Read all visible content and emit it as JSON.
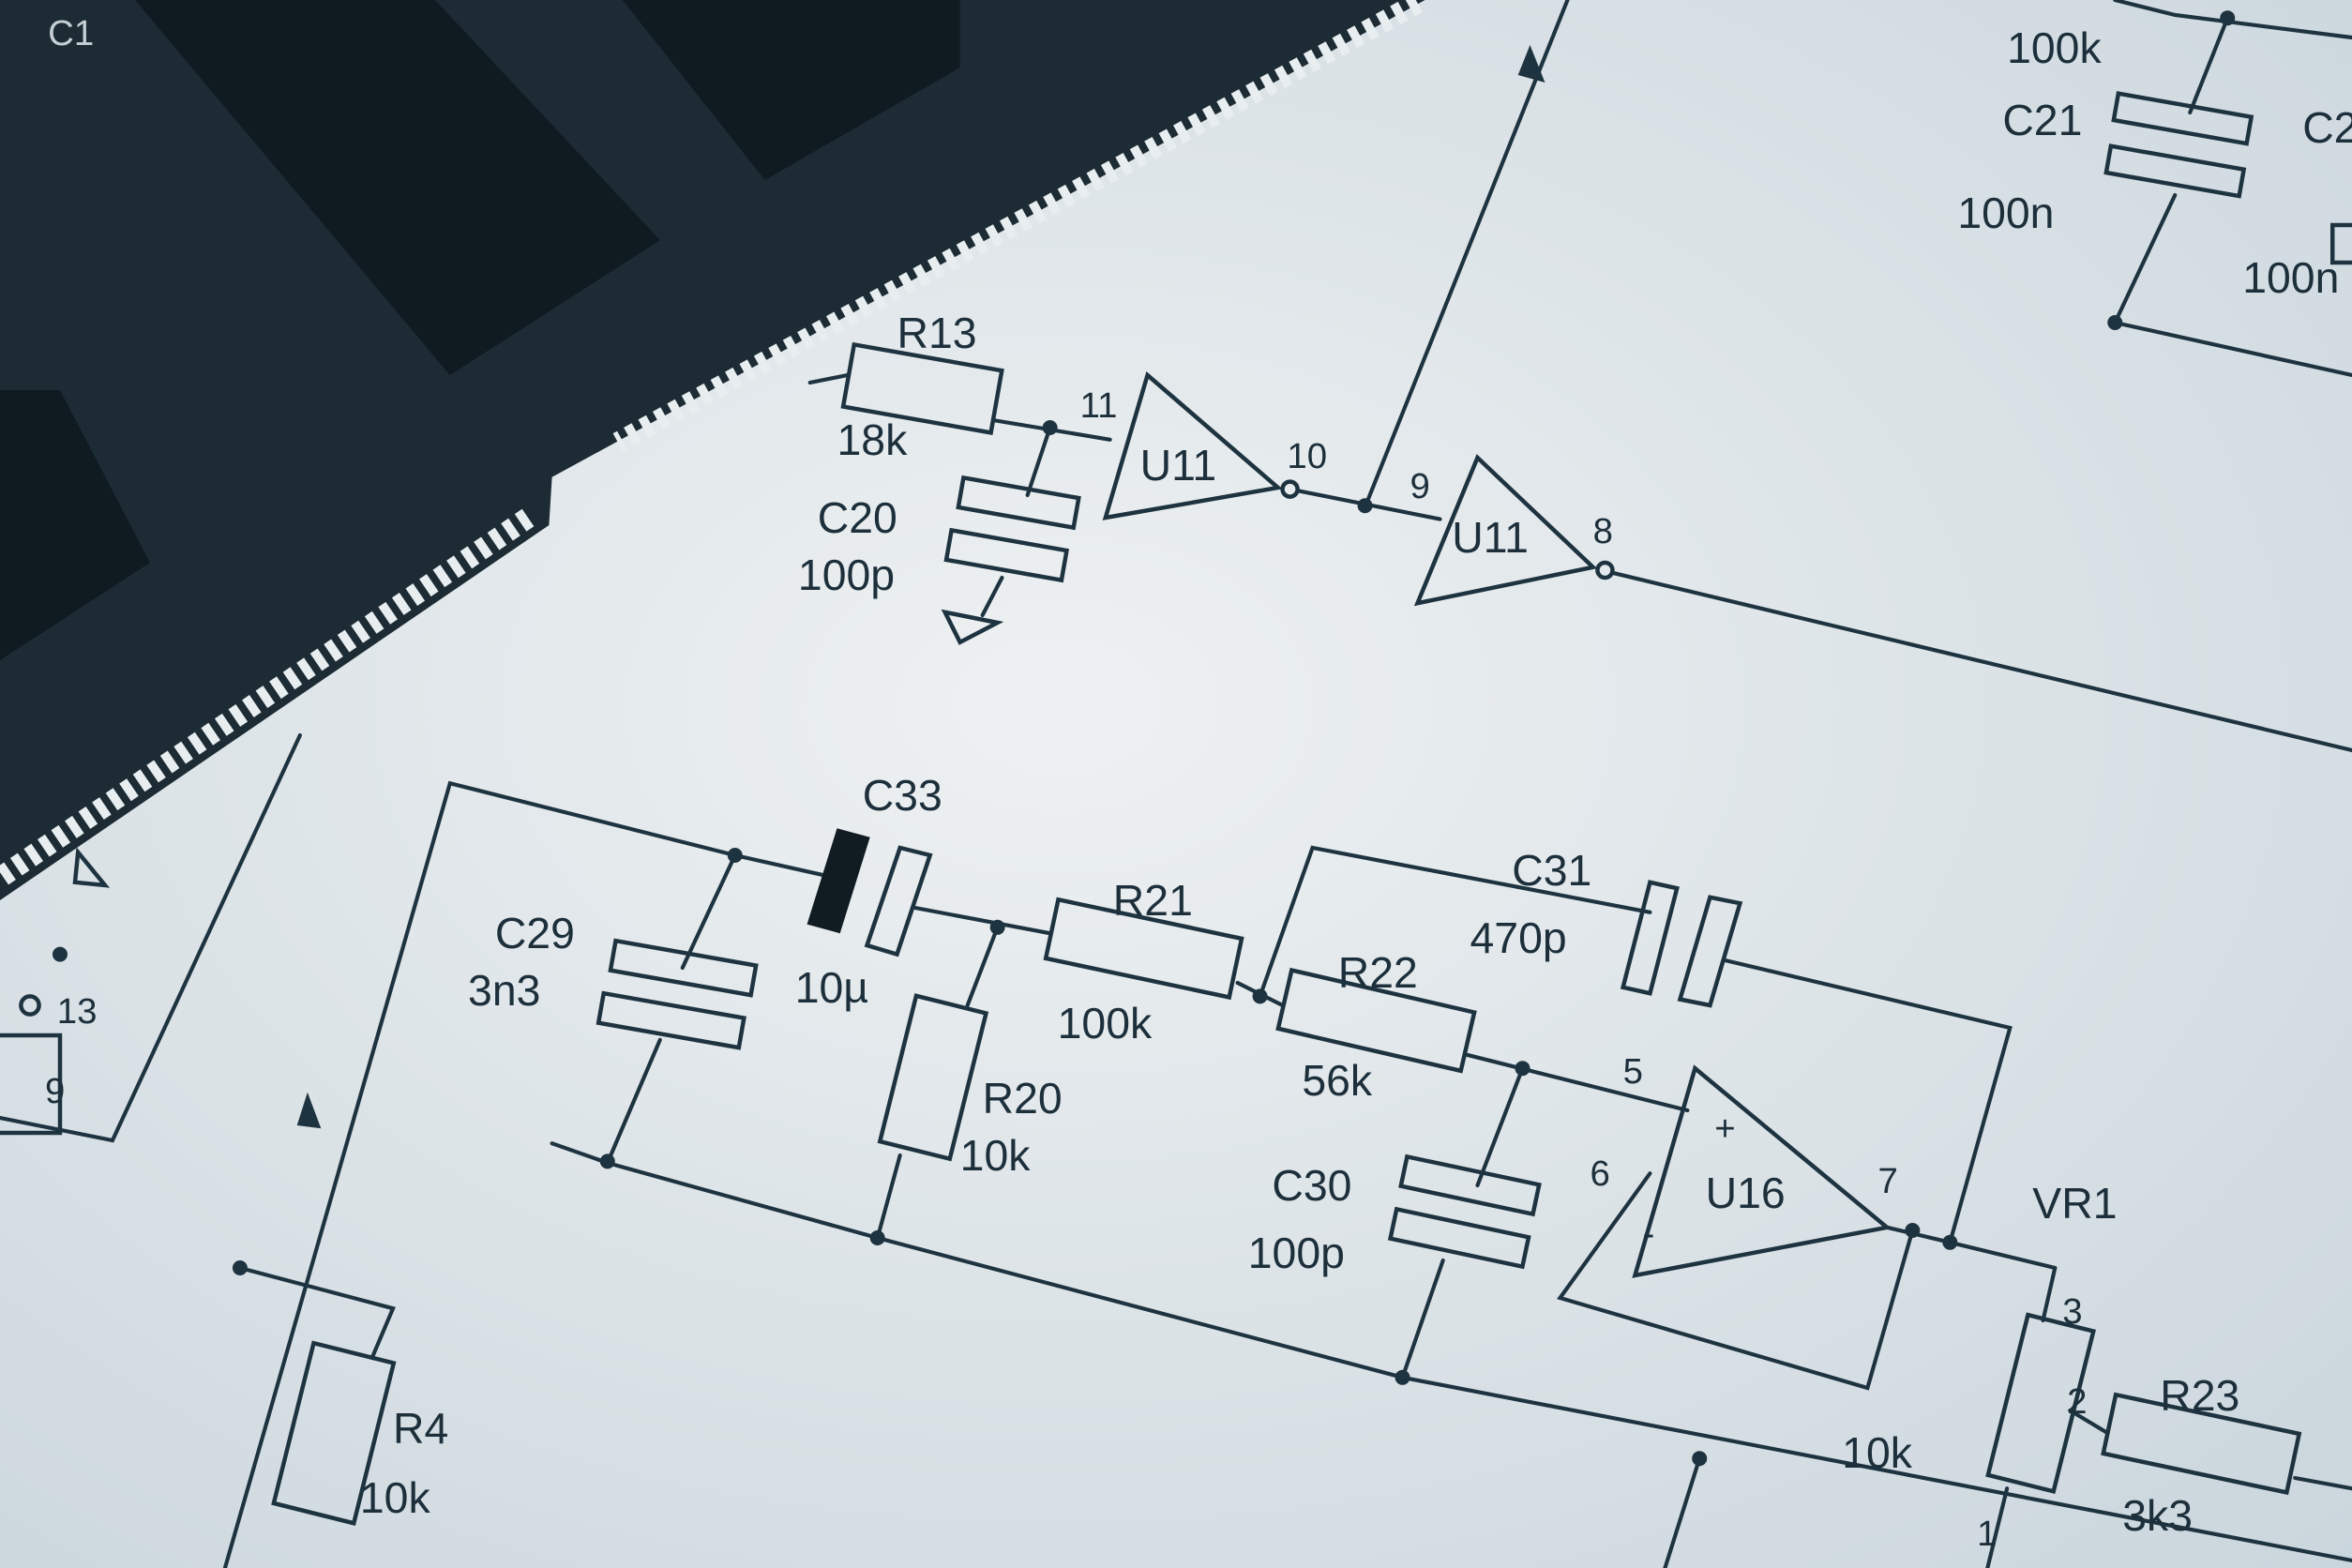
{
  "colors": {
    "paper": "#dfe6ea",
    "ink": "#1e3340",
    "pcb": "#1c2b34",
    "contacts": "#e8eef0"
  },
  "labels": {
    "top_res": "100k",
    "c21": "C21",
    "c21_val": "100n",
    "c2x": "C2",
    "c2x_val": "100n",
    "r13": "R13",
    "r13_val": "18k",
    "pin11": "11",
    "u11a": "U11",
    "pin10": "10",
    "pin9": "9",
    "u11b": "U11",
    "pin8": "8",
    "c20": "C20",
    "c20_val": "100p",
    "c33": "C33",
    "c33_val": "10µ",
    "c29": "C29",
    "c29_val": "3n3",
    "r21": "R21",
    "r21_val": "100k",
    "c31": "C31",
    "c31_val": "470p",
    "r22": "R22",
    "r22_val": "56k",
    "r20": "R20",
    "r20_val": "10k",
    "pin5": "5",
    "pin6": "6",
    "u16": "U16",
    "plus": "+",
    "minus": "-",
    "pin7": "7",
    "c30": "C30",
    "c30_val": "100p",
    "vr1": "VR1",
    "vr_pin3": "3",
    "vr_pin2": "2",
    "vr_pin1": "1",
    "vr1_val": "10k",
    "r23": "R23",
    "r23_val": "3k3",
    "r4": "R4",
    "r4_val": "10k",
    "left_pin13": "13",
    "left_pin9": "9",
    "pcb_ref": "C1"
  }
}
